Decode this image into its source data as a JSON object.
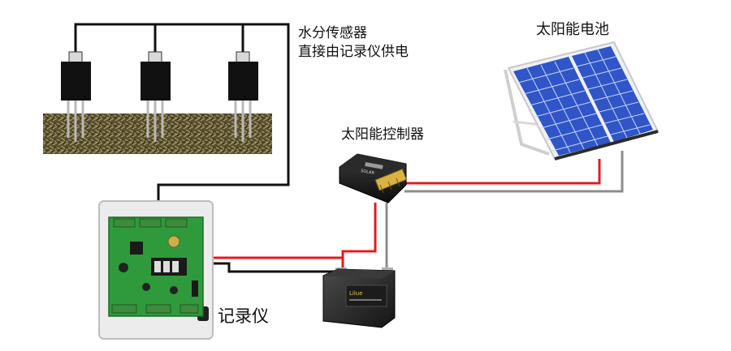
{
  "labels": {
    "sensor_line1": "水分传感器",
    "sensor_line2": "直接由记录仪供电",
    "solar_panel": "太阳能电池",
    "controller": "太阳能控制器",
    "logger": "记录仪"
  },
  "device_text": {
    "controller_brand": "SOLAR",
    "battery_brand": "Lilue"
  },
  "colors": {
    "wire_red": "#e31c1c",
    "wire_black": "#111111",
    "wire_gray": "#8c8c8c",
    "panel_cell": "#2f55c8",
    "sensor_body": "#111111",
    "pcb_green": "#2f9a3b",
    "soil": "#5a5030"
  }
}
